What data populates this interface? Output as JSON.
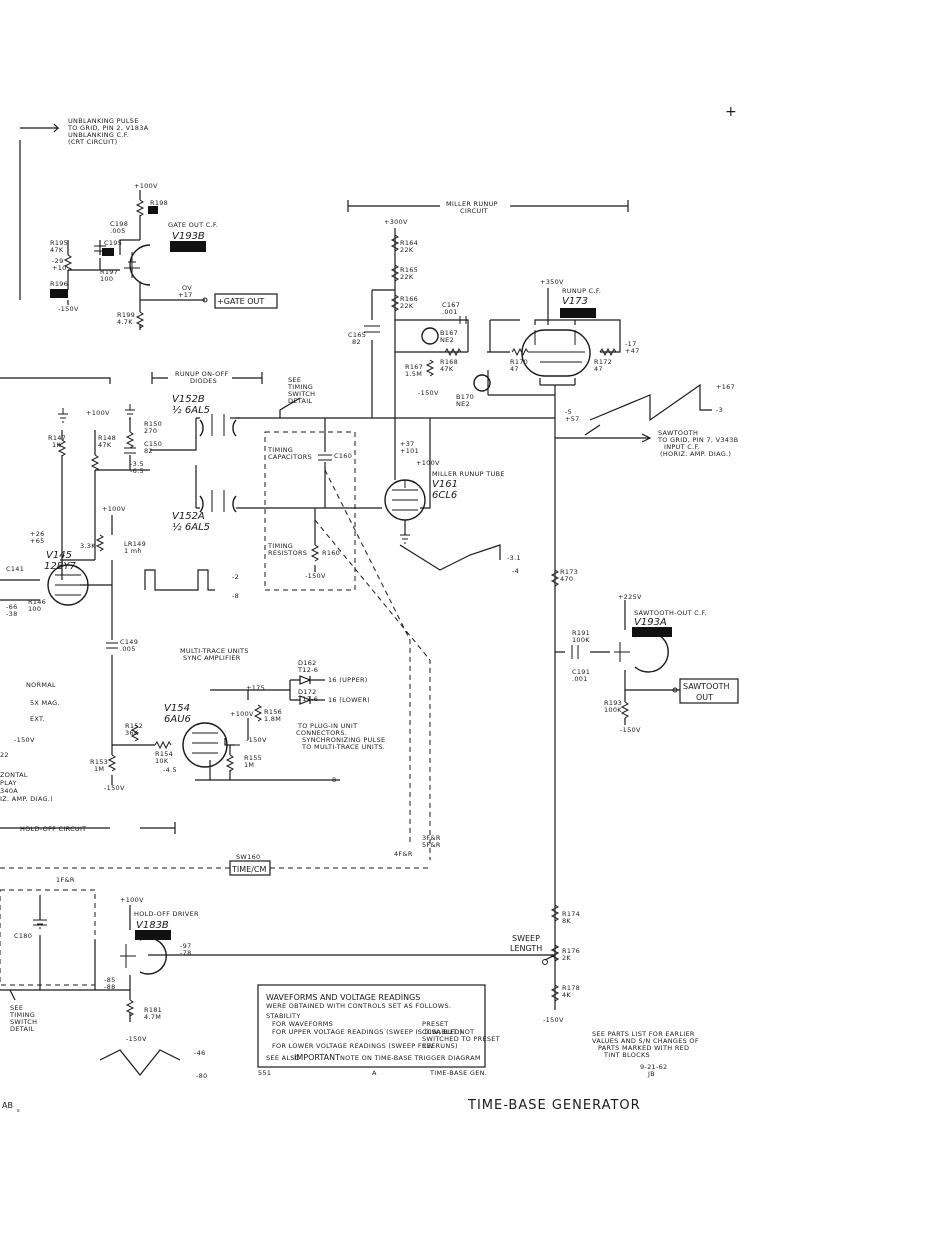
{
  "title": "TIME-BASE GENERATOR",
  "corner_mark": "AB",
  "corner_sub": "s",
  "plus_mark": "+",
  "date": "9-21-62",
  "initials": "JB",
  "notes": {
    "parts_list": [
      "SEE PARTS LIST FOR EARLIER",
      "VALUES AND S/N CHANGES OF",
      "PARTS MARKED WITH RED",
      "TINT BLOCKS"
    ]
  },
  "legend": {
    "heading": "WAVEFORMS AND VOLTAGE READINGS",
    "subheading": "WERE OBTAINED WITH CONTROLS SET AS FOLLOWS.",
    "stability": "STABILITY",
    "row1_left": "FOR WAVEFORMS",
    "row1_right": "PRESET",
    "row2_left": "FOR UPPER VOLTAGE READINGS (SWEEP IS DISABLED)",
    "row2_right": "CCW, BUT NOT",
    "row2_right2": "SWITCHED TO PRESET",
    "row3_left": "FOR LOWER VOLTAGE READINGS (SWEEP FREERUNS)",
    "row3_right": "CW",
    "see_also_pre": "SEE ALSO",
    "see_also_main": "IMPORTANT",
    "see_also_post": "NOTE ON TIME-BASE TRIGGER DIAGRAM",
    "foot_left": "551",
    "foot_mid": "A",
    "foot_right": "TIME-BASE GEN."
  },
  "labels": {
    "unblanking": [
      "UNBLANKING PULSE",
      "TO GRID, PIN 2, V183A",
      "UNBLANKING C.F.",
      "(CRT CIRCUIT)"
    ],
    "miller_runup_circuit": [
      "MILLER RUNUP",
      "CIRCUIT"
    ],
    "gate_out_cf": "GATE OUT C.F.",
    "gate_out_box": "+GATE OUT",
    "runup_onoff": [
      "RUNUP ON-OFF",
      "DIODES"
    ],
    "see_timing": [
      "SEE",
      "TIMING",
      "SWITCH",
      "DETAIL"
    ],
    "timing_capacitors": [
      "TIMING",
      "CAPACITORS"
    ],
    "timing_resistors": [
      "TIMING",
      "RESISTORS"
    ],
    "runup_cf": "RUNUP C.F.",
    "miller_runup_tube": "MILLER RUNUP TUBE",
    "sawtooth_dest": [
      "SAWTOOTH",
      "TO GRID, PIN 7, V343B",
      "INPUT C.F.",
      "(HORIZ. AMP. DIAG.)"
    ],
    "sawtooth_out_cf": "SAWTOOTH-OUT C.F.",
    "sawtooth_out_box": [
      "SAWTOOTH",
      "OUT"
    ],
    "multitrace": [
      "MULTI-TRACE UNITS",
      "SYNC AMPLIFIER"
    ],
    "upper": "16 (UPPER)",
    "lower": "16 (LOWER)",
    "plugin": [
      "TO PLUG-IN UNIT",
      "CONNECTORS.",
      "SYNCHRONIZING PULSE",
      "TO MULTI-TRACE UNITS."
    ],
    "normal": "NORMAL",
    "mag": "5X MAG.",
    "ext": "EXT.",
    "horiz": [
      "ZONTAL",
      "PLAY",
      "340A",
      "IZ. AMP. DIAG.)"
    ],
    "holdoff_circuit": "HOLD-OFF CIRCUIT",
    "holdoff_driver": "HOLD-OFF DRIVER",
    "sw160": "SW160",
    "timecm": "TIME/CM",
    "sweep_length": [
      "SWEEP",
      "LENGTH"
    ],
    "see_timing2": [
      "SEE",
      "TIMING",
      "SWITCH",
      "DETAIL"
    ],
    "sw_contacts": [
      "3F&R",
      "5F&R",
      "4F&R",
      "1F&R"
    ]
  },
  "tubes": {
    "v193b": "V193B",
    "v173": "V173",
    "v152b": "V152B",
    "v152b_type": "½ 6AL5",
    "v152a": "V152A",
    "v152a_type": "½ 6AL5",
    "v161": "V161",
    "v161_type": "6CL6",
    "v145": "V145",
    "v145_type": "12BY7",
    "v154": "V154",
    "v154_type": "6AU6",
    "v193a": "V193A",
    "v183b": "V183B",
    "b167": "B167",
    "b167_type": "NE2",
    "b170": "B170",
    "b170_type": "NE2",
    "d162": "D162",
    "d162_type": "T12-6",
    "d172": "D172",
    "d172_type": "T12-6"
  },
  "components": {
    "r198": "R198",
    "c198": "C198",
    "c198v": ".005",
    "r195": "R195",
    "r195v": "47K",
    "c195": "C195",
    "r197": "R197",
    "r197v": "100",
    "r196": "R196",
    "r199": "R199",
    "r199v": "4.7K",
    "r164": "R164",
    "r164v": "22K",
    "r165": "R165",
    "r165v": "22K",
    "r166": "R166",
    "r166v": "22K",
    "c167": "C167",
    "c167v": ".001",
    "c165": "C165",
    "c165v": "82",
    "r167": "R167",
    "r167v": "1.5M",
    "r168": "R168",
    "r168v": "47K",
    "r170": "R170",
    "r170v": "47",
    "r172": "R172",
    "r172v": "47",
    "r147": "R147",
    "r147v": "1K",
    "r148": "R148",
    "r148v": "47K",
    "r150": "R150",
    "r150v": "270",
    "c150": "C150",
    "c150v": "82",
    "c160": "C160",
    "r160": "R160",
    "r173": "R173",
    "r173v": "470",
    "r191": "R191",
    "r191v": "100K",
    "c191": "C191",
    "c191v": ".001",
    "r193": "R193",
    "r193v": "100K",
    "lr149": "LR149",
    "lr149v": "1 mh",
    "r33k": "3.3K",
    "c141": "C141",
    "r146": "R146",
    "r146v": "100",
    "c149": "C149",
    "c149v": ".005",
    "r152": "R152",
    "r152v": "36K",
    "r154": "R154",
    "r154v": "10K",
    "r153": "R153",
    "r153v": "1M",
    "r156": "R156",
    "r156v": "1.8M",
    "r155": "R155",
    "r155v": "1M",
    "r174": "R174",
    "r174v": "8K",
    "r176": "R176",
    "r176v": "2K",
    "r178": "R178",
    "r178v": "4K",
    "c180": "C180",
    "r181": "R181",
    "r181v": "4.7M"
  },
  "voltages": {
    "p100_a": "+100V",
    "m150_a": "-150V",
    "m29": "-29",
    "p10": "+10",
    "ov": "OV",
    "p17": "+17",
    "p300": "+300V",
    "p350": "+350V",
    "m17": "-17",
    "p47": "+47",
    "m150_b": "-150V",
    "p167": "+167",
    "m3": "-3",
    "m5": "-5",
    "p57": "+57",
    "p37": "+37",
    "p101": "+101",
    "p100_b": "+100V",
    "p100_c": "+100V",
    "m35": "-3.5",
    "m65": "-6.5",
    "p100_d": "+100V",
    "m150_c": "-150V",
    "m31": "-3.1",
    "m4": "-4",
    "p225": "+225V",
    "m150_d": "-150V",
    "p26": "+26",
    "p65": "+65",
    "m66": "-66",
    "m38": "-38",
    "m2": "-2",
    "m8": "-8",
    "p175": "+175",
    "p100_e": "+100V",
    "m150_e": "-150V",
    "m45": "-4.5",
    "m150_f": "-150V",
    "m8b": "8",
    "m150_g": "-150V",
    "m150_h": "-150V",
    "p100_f": "+100V",
    "m97": "-97",
    "m78": "-78",
    "m85": "-85",
    "m88": "-88",
    "m150_i": "-150V",
    "m46": "-46",
    "m80": "-80",
    "m150y": "-150V",
    "p22": "22"
  }
}
